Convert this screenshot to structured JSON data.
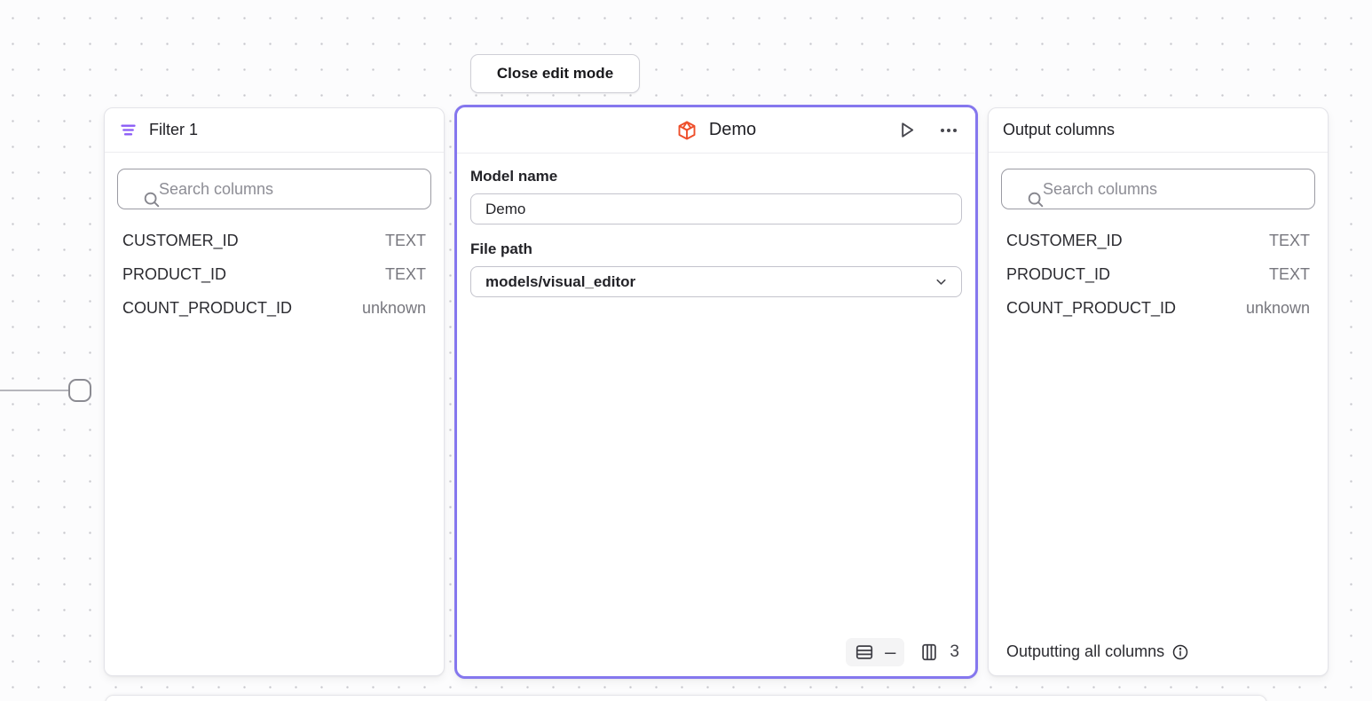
{
  "colors": {
    "accent_purple": "#8577EE",
    "filter_icon_purple": "#8B5CF6",
    "model_icon_orange": "#EE4F2B",
    "type_text_gray": "#77777E"
  },
  "toolbar": {
    "close_button_label": "Close edit mode"
  },
  "filter_node": {
    "title": "Filter 1",
    "search": {
      "placeholder": "Search columns"
    },
    "columns": [
      {
        "name": "CUSTOMER_ID",
        "type": "TEXT"
      },
      {
        "name": "PRODUCT_ID",
        "type": "TEXT"
      },
      {
        "name": "COUNT_PRODUCT_ID",
        "type": "unknown"
      }
    ]
  },
  "model_node": {
    "title": "Demo",
    "fields": {
      "model_name_label": "Model name",
      "model_name_value": "Demo",
      "file_path_label": "File path",
      "file_path_value": "models/visual_editor"
    },
    "footer": {
      "row_count_display": "–",
      "column_count": "3"
    }
  },
  "output_node": {
    "title": "Output columns",
    "search": {
      "placeholder": "Search columns"
    },
    "columns": [
      {
        "name": "CUSTOMER_ID",
        "type": "TEXT"
      },
      {
        "name": "PRODUCT_ID",
        "type": "TEXT"
      },
      {
        "name": "COUNT_PRODUCT_ID",
        "type": "unknown"
      }
    ],
    "footer_label": "Outputting all columns"
  }
}
